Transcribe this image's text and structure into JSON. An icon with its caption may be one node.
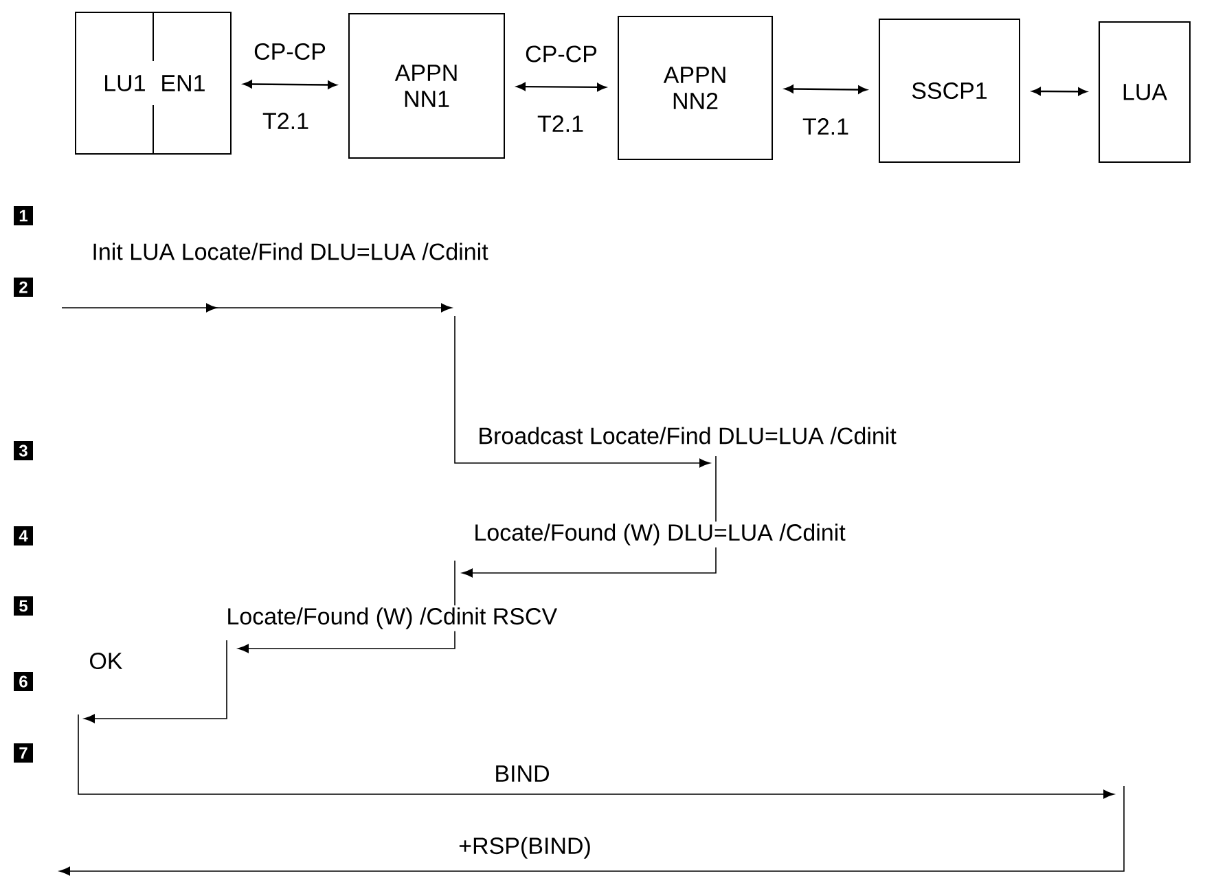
{
  "diagram": {
    "nodes": [
      {
        "text": [
          "LU1",
          "EN1"
        ]
      },
      {
        "text": [
          "APPN NN1"
        ]
      },
      {
        "text": [
          "APPN NN2"
        ]
      },
      {
        "text": [
          "SSCP1"
        ]
      },
      {
        "text": [
          "LUA"
        ]
      }
    ],
    "edges": [
      {
        "from": 0,
        "to": 1,
        "arrow": "both",
        "label": "CP-CP"
      },
      {
        "from": 1,
        "to": 2,
        "arrow": "both",
        "label": "CP-CP"
      },
      {
        "from": 2,
        "to": 3,
        "arrow": "both"
      },
      {
        "from": 3,
        "to": 4,
        "arrow": "both"
      }
    ],
    "labels": [
      "T2.1",
      "T2.1",
      "T2.1",
      "1",
      "Init LUA Locate/Find DLU=LUA /Cdinit",
      "2",
      "Broadcast Locate/Find DLU=LUA /Cdinit",
      "3",
      "Locate/Found (W) DLU=LUA /Cdinit",
      "4",
      "Locate/Found (W) /Cdinit RSCV",
      "5",
      "OK",
      "6",
      "BIND",
      "7",
      "+RSP(BIND)"
    ]
  }
}
